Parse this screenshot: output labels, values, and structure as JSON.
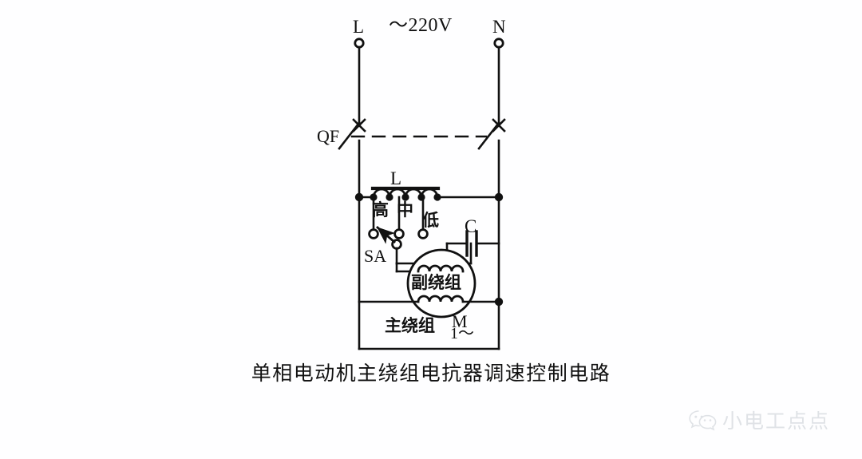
{
  "diagram": {
    "caption": "单相电动机主绕组电抗器调速控制电路",
    "supply": {
      "voltage_label": "～220V",
      "line_terminal": "L",
      "neutral_terminal": "N"
    },
    "breaker": {
      "designator": "QF",
      "type": "2-pole circuit breaker",
      "state": "open"
    },
    "reactor": {
      "designator": "L",
      "description": "iron-core reactor with three speed taps",
      "taps": [
        {
          "label": "高",
          "meaning": "high"
        },
        {
          "label": "中",
          "meaning": "medium"
        },
        {
          "label": "低",
          "meaning": "low"
        }
      ]
    },
    "selector_switch": {
      "designator": "SA",
      "type": "rotary speed selector",
      "selected_tap": "高"
    },
    "capacitor": {
      "designator": "C",
      "type": "run capacitor"
    },
    "motor": {
      "designator": "M",
      "phase_label": "1～",
      "auxiliary_winding": "副绕组",
      "main_winding": "主绕组"
    },
    "colors": {
      "ink": "#111111",
      "background": "#fefeff",
      "watermark": "#dfe2e6"
    }
  },
  "watermark": {
    "text": "小电工点点",
    "icon": "wechat-icon"
  }
}
